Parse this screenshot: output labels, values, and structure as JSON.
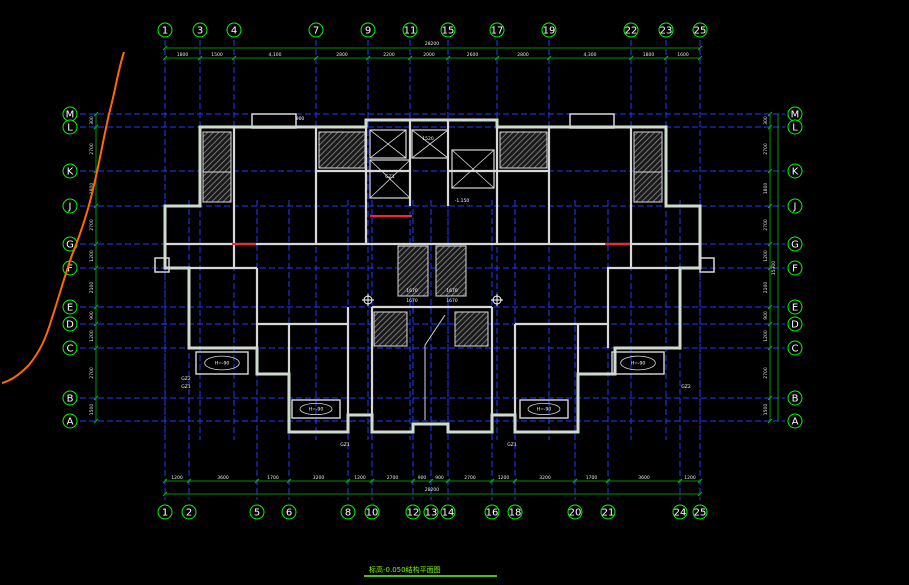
{
  "drawing": {
    "title": "标高-0.050结构平面图",
    "colors": {
      "background": "#000000",
      "axis_line": "#1e3cff",
      "bubble": "#00ff00",
      "dimension": "#00c000",
      "wall": "#d8d8d8",
      "column_fill": "#7fff7f",
      "red_beam": "#ff2030",
      "markup": "#ff6a00",
      "title": "#7cfc00"
    }
  },
  "axes": {
    "top": [
      "1",
      "3",
      "4",
      "7",
      "9",
      "11",
      "15",
      "17",
      "19",
      "22",
      "23",
      "25"
    ],
    "bottom": [
      "1",
      "2",
      "5",
      "6",
      "8",
      "10",
      "12",
      "13",
      "14",
      "16",
      "18",
      "20",
      "21",
      "24",
      "25"
    ],
    "rows": [
      "M",
      "L",
      "K",
      "J",
      "G",
      "F",
      "E",
      "D",
      "C",
      "B",
      "A"
    ]
  },
  "dimensions": {
    "top_total": "28200",
    "top_segments": [
      "1800",
      "1500",
      "4,100",
      "2800",
      "2200",
      "2000",
      "2600",
      "2800",
      "4,300",
      "1800",
      "1600"
    ],
    "bottom_total": "28200",
    "bottom_segments": [
      "1200",
      "3600",
      "1700",
      "3200",
      "1200",
      "2700",
      "900",
      "900",
      "2700",
      "1200",
      "3200",
      "1700",
      "3600",
      "1200"
    ],
    "left_segments": [
      "300",
      "2700",
      "1800",
      "2700",
      "1200",
      "2100",
      "900",
      "1200",
      "2700",
      "1500"
    ],
    "right_segments": [
      "300",
      "2700",
      "1800",
      "2700",
      "1200",
      "2100",
      "900",
      "1200",
      "2700",
      "1500"
    ],
    "side_total": "15300"
  },
  "annotations": {
    "labels": [
      "H=-90",
      "H=-90",
      "H=-90",
      "H=-90",
      "GZ1",
      "GZ2",
      "GZ1",
      "GZ1",
      "GZ1",
      "GZ2",
      "-1.150",
      "1670",
      "1670",
      "1670",
      "1670",
      "1520",
      "900"
    ]
  }
}
